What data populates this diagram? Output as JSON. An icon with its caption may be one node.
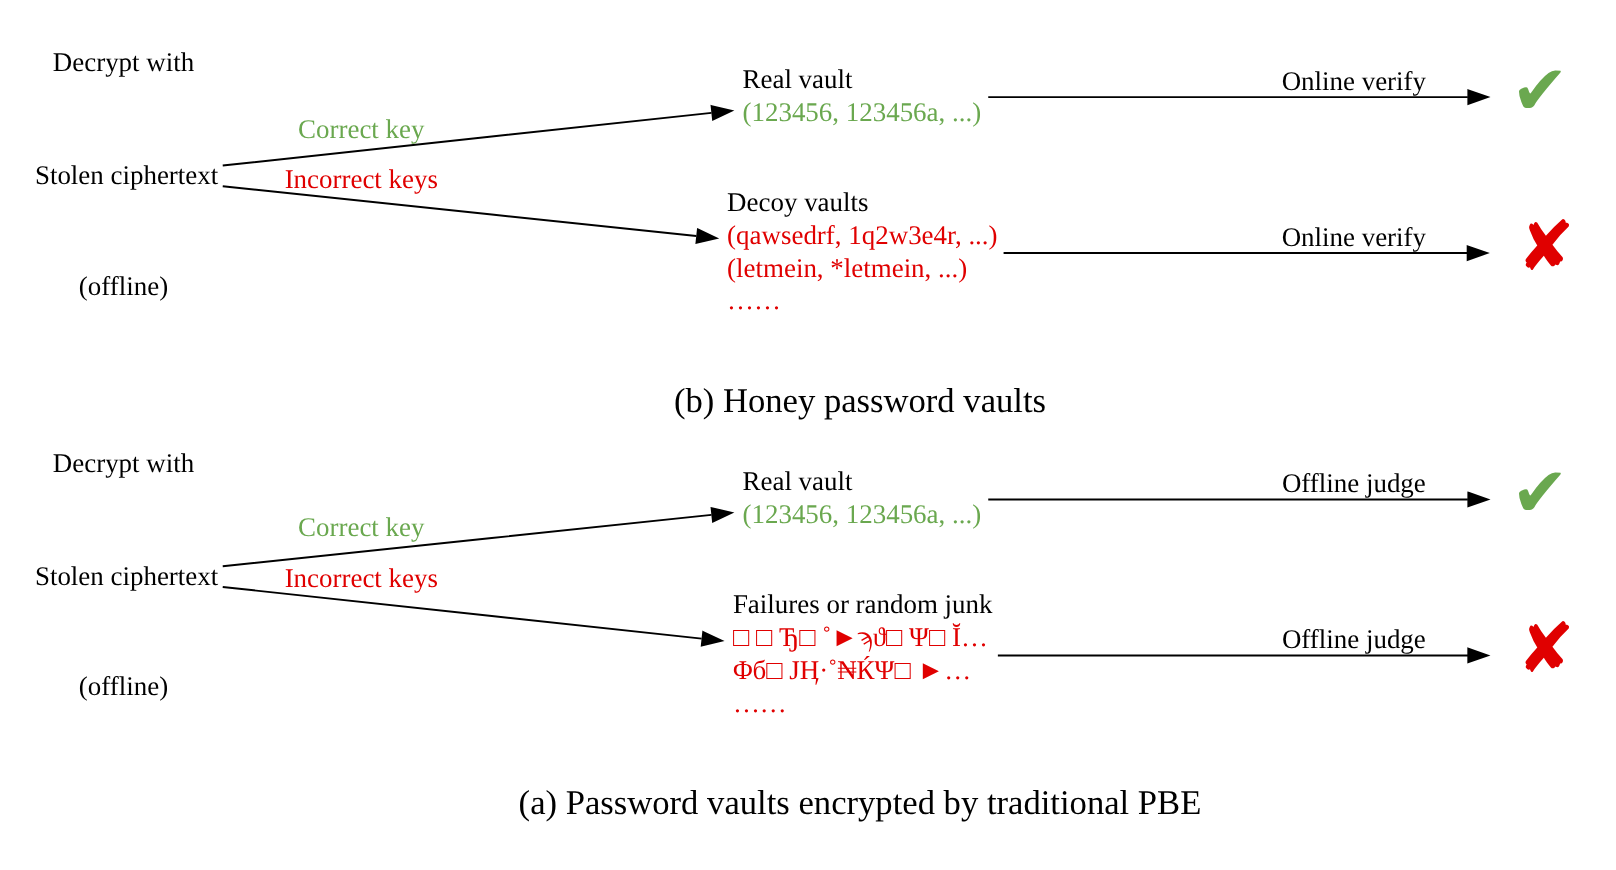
{
  "diagram": {
    "nodes": [
      {
        "text": [
          "Stolen ciphertext"
        ]
      },
      {
        "text": [
          "Real vault",
          "(123456, 123456a, ...)"
        ]
      },
      {
        "text": [
          "Failures or random junk",
          "□ □ Ђ□ ˚►ϡϑ□ Ψ□ Ĭ…",
          "Φб□ ЈӉ·˚₦ЌΨ□ ►…",
          "……"
        ]
      },
      {
        "text": [
          "✔"
        ]
      },
      {
        "text": [
          "✘"
        ]
      },
      {
        "text": [
          "Stolen ciphertext"
        ]
      },
      {
        "text": [
          "Real vault",
          "(123456, 123456a, ...)"
        ]
      },
      {
        "text": [
          "Decoy vaults",
          "(qawsedrf, 1q2w3e4r, ...)",
          "(letmein, *letmein, ...)",
          "……"
        ]
      },
      {
        "text": [
          "✔"
        ]
      },
      {
        "text": [
          "✘"
        ]
      }
    ],
    "edges": [
      {
        "from": 0,
        "to": 1,
        "arrow": "to",
        "label": "Correct key"
      },
      {
        "from": 0,
        "to": 2,
        "arrow": "to",
        "label": "Incorrect keys"
      },
      {
        "from": 1,
        "to": 3,
        "arrow": "to",
        "label": "Offline judge"
      },
      {
        "from": 2,
        "to": 4,
        "arrow": "to",
        "label": "Offline judge"
      },
      {
        "from": 5,
        "to": 6,
        "arrow": "to",
        "label": "Correct key"
      },
      {
        "from": 5,
        "to": 7,
        "arrow": "to",
        "label": "Incorrect keys"
      },
      {
        "from": 6,
        "to": 8,
        "arrow": "to",
        "label": "Online verify"
      },
      {
        "from": 7,
        "to": 9,
        "arrow": "to",
        "label": "Online verify"
      }
    ],
    "labels": [
      "Decrypt with",
      "(offline)",
      "(a) Password vaults encrypted by traditional PBE",
      "Decrypt with",
      "(offline)",
      "(b) Honey password vaults"
    ]
  }
}
